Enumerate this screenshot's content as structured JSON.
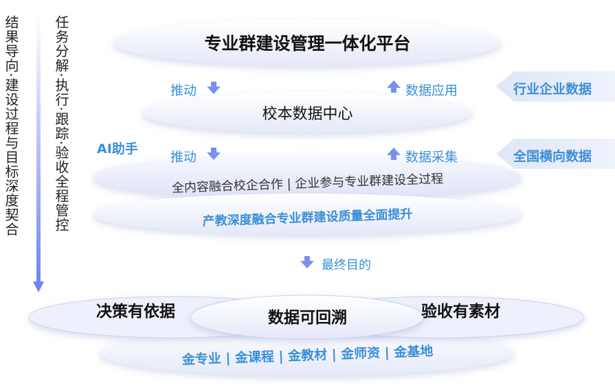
{
  "left_col1": "结果导向·建设过程与目标深度契合",
  "left_col2": "任务分解·执行·跟踪·验收全程管控",
  "platform_title": "专业群建设管理一体化平台",
  "push_label_1": "推动",
  "data_apply_label": "数据应用",
  "industry_data_label": "行业企业数据",
  "center_title": "校本数据中心",
  "ai_label": "AI助手",
  "push_label_2": "推动",
  "data_collect_label": "数据采集",
  "national_data_label": "全国横向数据",
  "process_text": "全内容融合校企合作 | 企业参与专业群建设全过程",
  "upgrade_text": "产教深度融合专业群建设质量全面提升",
  "final_goal_label": "最终目的",
  "decision_label": "决策有依据",
  "trace_label": "数据可回溯",
  "acceptance_label": "验收有素材",
  "gold_list": "金专业 | 金课程 | 金教材 | 金师资 | 金基地",
  "colors": {
    "blue_text": "#3a8fd8",
    "ellipse_light": "#eef1fb",
    "arrow_purple": "#7b8ff0",
    "side_arrow": "#dfe6f7"
  }
}
